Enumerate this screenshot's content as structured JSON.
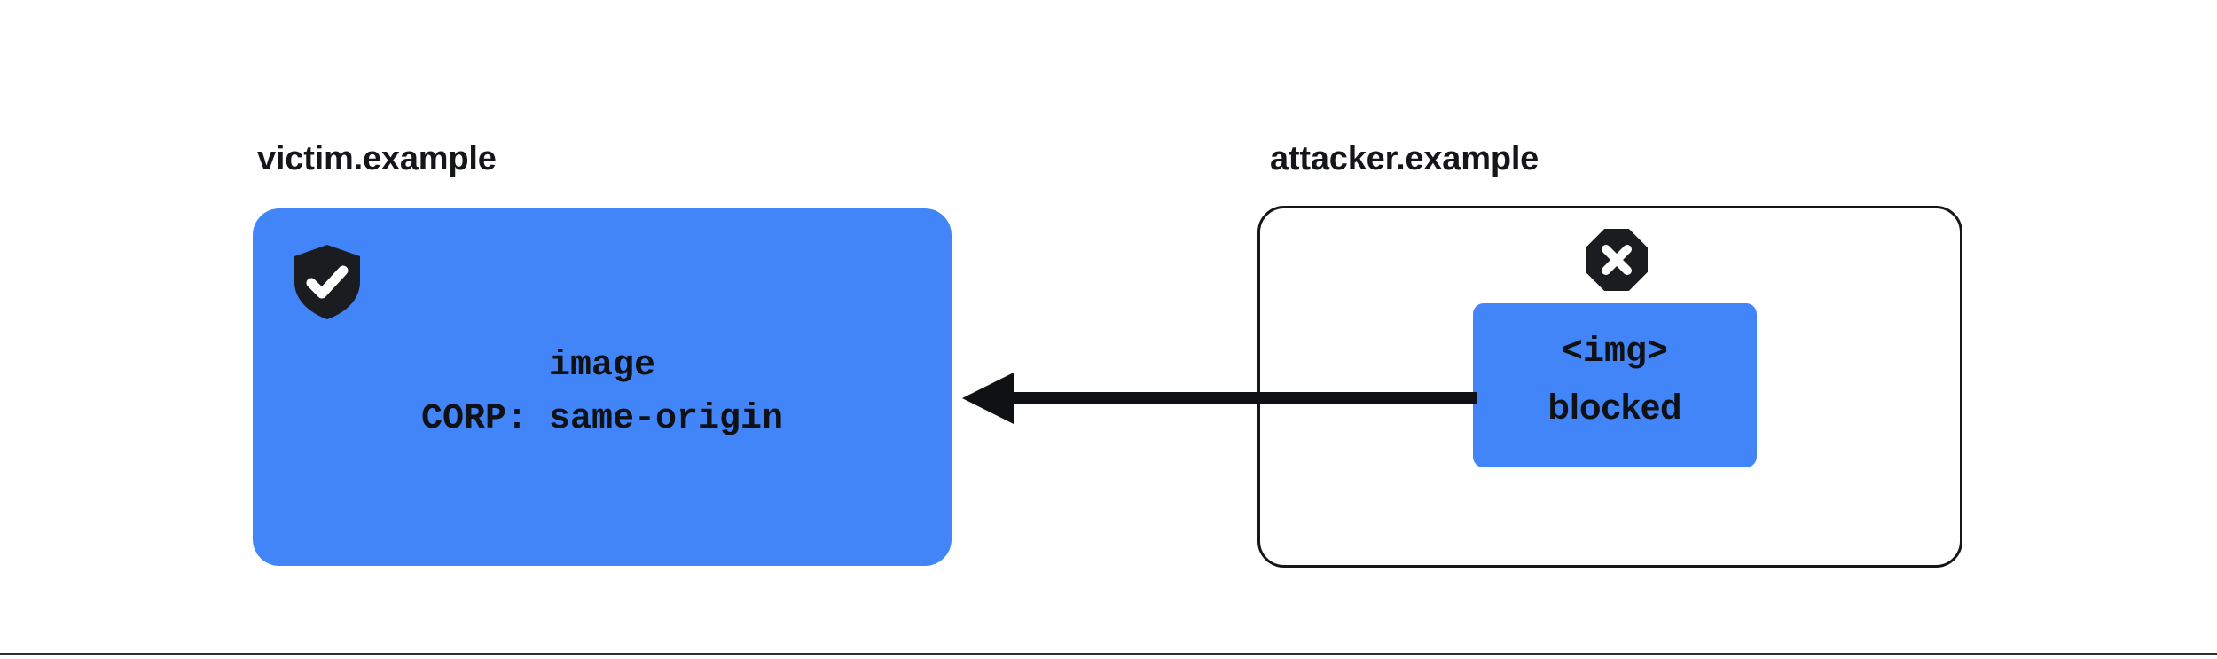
{
  "diagram": {
    "title_hidden": "",
    "colors": {
      "accent_blue": "#4285F8",
      "ink": "#15161A",
      "surface": "#FFFFFF"
    },
    "victim": {
      "origin_label": "victim.example",
      "trust_icon": "shield-check-icon",
      "resource_line_1": "image",
      "resource_line_2": "CORP: same-origin"
    },
    "attacker": {
      "origin_label": "attacker.example",
      "status_icon": "octagon-x-icon",
      "element_tag": "<img>",
      "element_status": "blocked"
    },
    "arrow": {
      "name": "cross-origin-request-arrow",
      "direction": "right-to-left"
    }
  }
}
